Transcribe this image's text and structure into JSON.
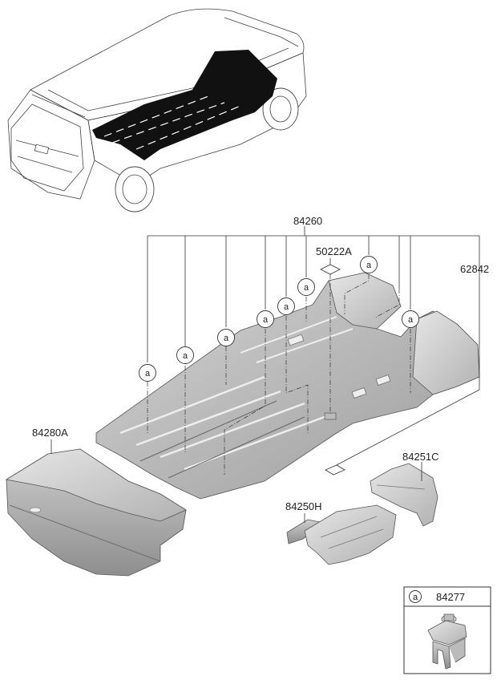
{
  "parts": {
    "p84260": "84260",
    "p50222A": "50222A",
    "p62842": "62842",
    "p84280A": "84280A",
    "p84251C": "84251C",
    "p84250H": "84250H"
  },
  "callout_letter": "a",
  "legend": {
    "letter": "a",
    "part_no": "84277"
  }
}
